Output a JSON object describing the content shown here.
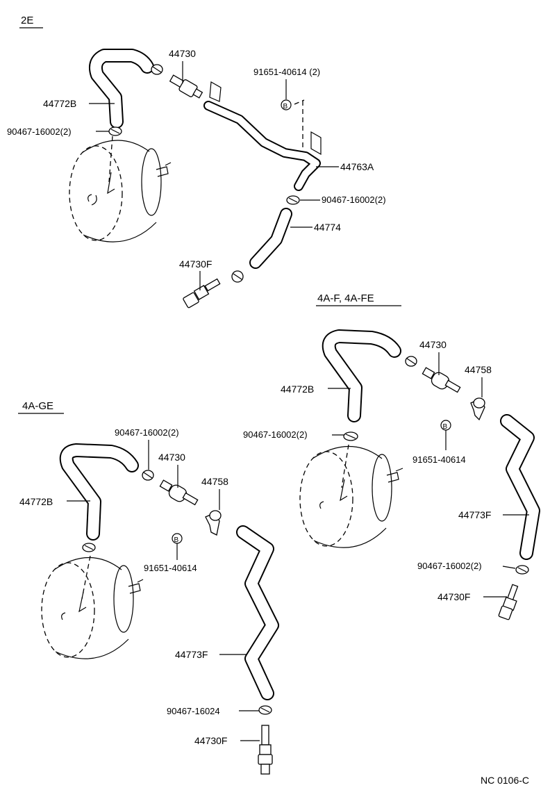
{
  "sections": {
    "s2e": "2E",
    "s4af": "4A-F, 4A-FE",
    "s4age": "4A-GE"
  },
  "labels": {
    "s2e_44730": "44730",
    "s2e_91651": "91651-40614 (2)",
    "s2e_44772b": "44772B",
    "s2e_90467a": "90467-16002(2)",
    "s2e_44763a": "44763A",
    "s2e_90467b": "90467-16002(2)",
    "s2e_44774": "44774",
    "s2e_44730f": "44730F",
    "af_44730": "44730",
    "af_44758": "44758",
    "af_44772b": "44772B",
    "af_90467a": "90467-16002(2)",
    "af_91651": "91651-40614",
    "af_44773f": "44773F",
    "af_90467b": "90467-16002(2)",
    "af_44730f": "44730F",
    "ge_90467a": "90467-16002(2)",
    "ge_44730": "44730",
    "ge_44758": "44758",
    "ge_44772b": "44772B",
    "ge_91651": "91651-40614",
    "ge_44773f": "44773F",
    "ge_90467b": "90467-16024",
    "ge_44730f": "44730F",
    "b_marker": "B"
  },
  "footer": {
    "code": "NC 0106-C"
  },
  "colors": {
    "ink": "#000000",
    "paper": "#ffffff"
  }
}
